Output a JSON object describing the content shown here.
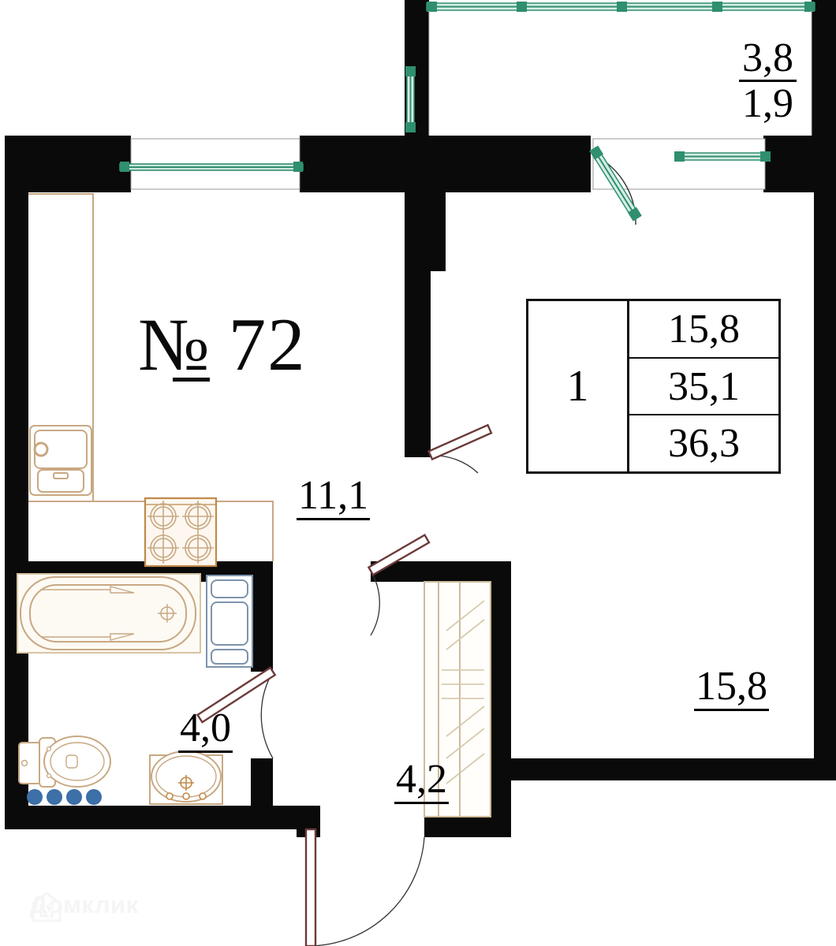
{
  "document": {
    "kind": "apartment-floor-plan",
    "apartment_title_prefix": "№",
    "apartment_number": "72"
  },
  "info_table": {
    "rooms_count": "1",
    "living_area": "15,8",
    "area_without_balcony": "35,1",
    "total_area": "36,3"
  },
  "rooms": [
    {
      "name": "kitchen",
      "area": "11,1"
    },
    {
      "name": "living-room",
      "area": "15,8"
    },
    {
      "name": "bathroom",
      "area": "4,0"
    },
    {
      "name": "corridor",
      "area": "4,2"
    }
  ],
  "balcony": {
    "area_gross": "3,8",
    "area_counted": "1,9"
  },
  "watermark": {
    "brand": "Домклик"
  },
  "colors": {
    "wall": "#0a0a0a",
    "glazing": "#2f8f6f",
    "door": "#6b3a3a",
    "furniture": "#c8a882",
    "appliance": "#7d93ad",
    "accent_dots": "#3d6fa8",
    "watermark": "#f5f5f5"
  }
}
